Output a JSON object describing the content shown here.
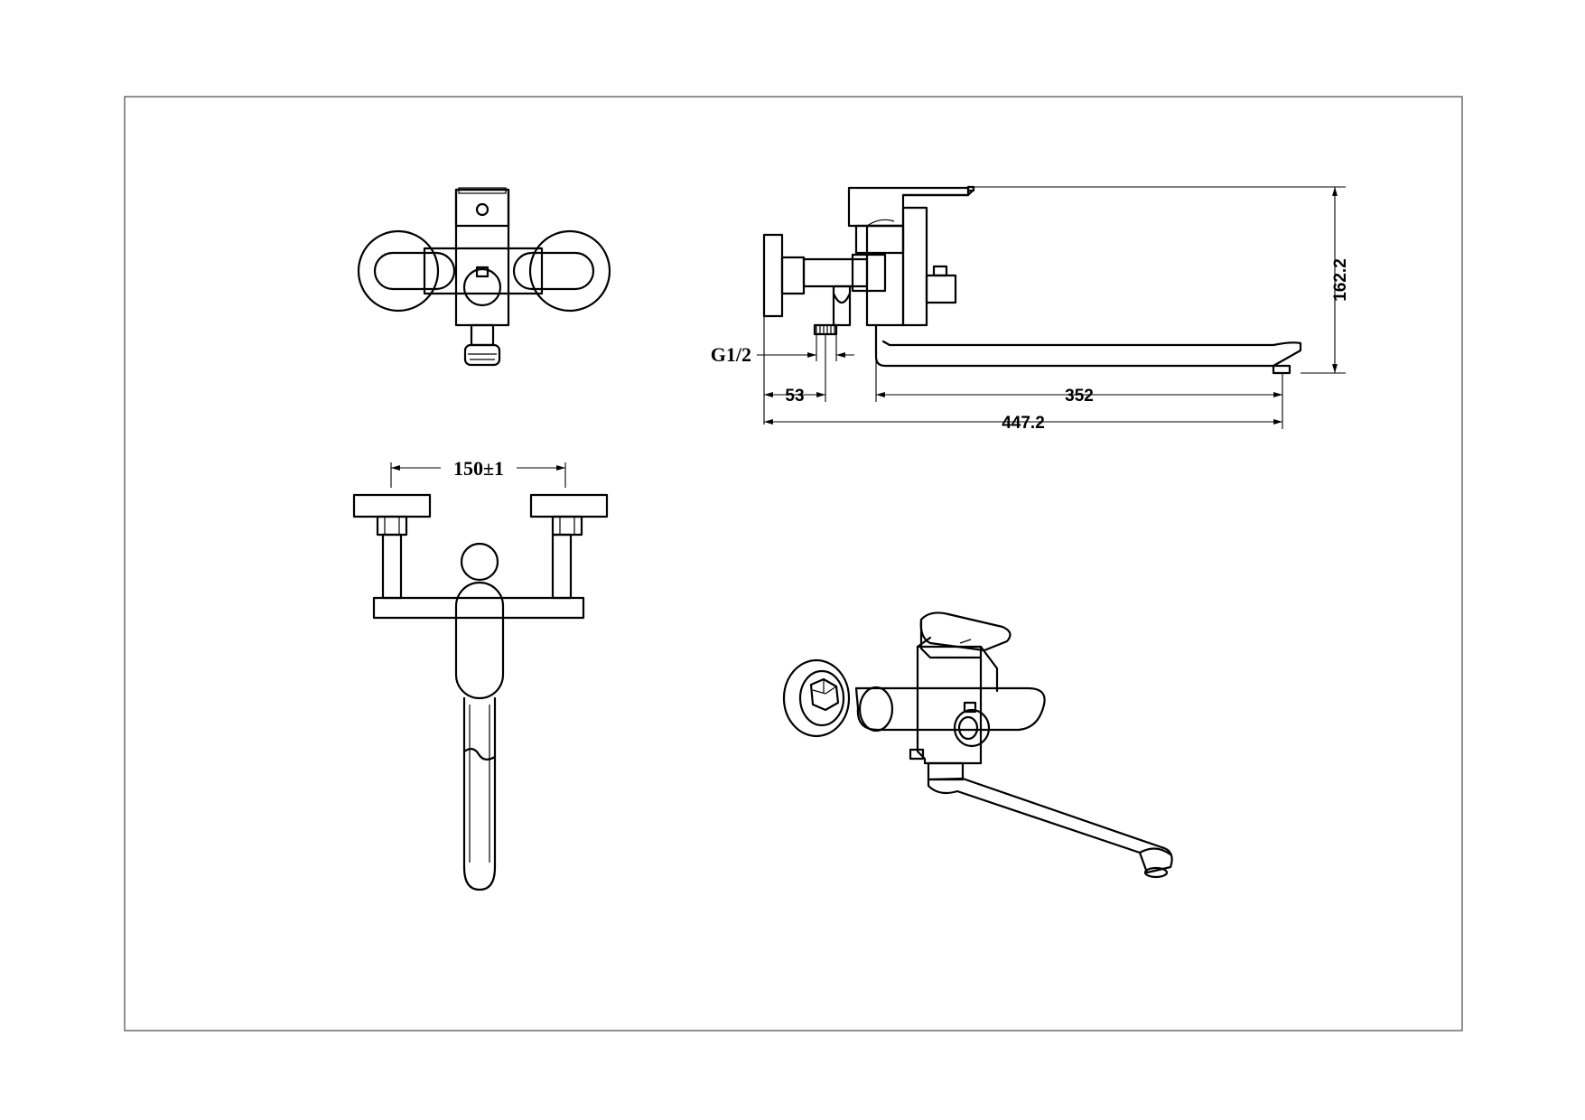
{
  "drawing": {
    "views": [
      "top-view",
      "side-view",
      "front-view",
      "isometric-view"
    ],
    "dimensions": {
      "height_label": "162.2",
      "thread_label": "G1/2",
      "offset_label": "53",
      "spout_label": "352",
      "overall_label": "447.2",
      "centers_label": "150±1"
    }
  }
}
